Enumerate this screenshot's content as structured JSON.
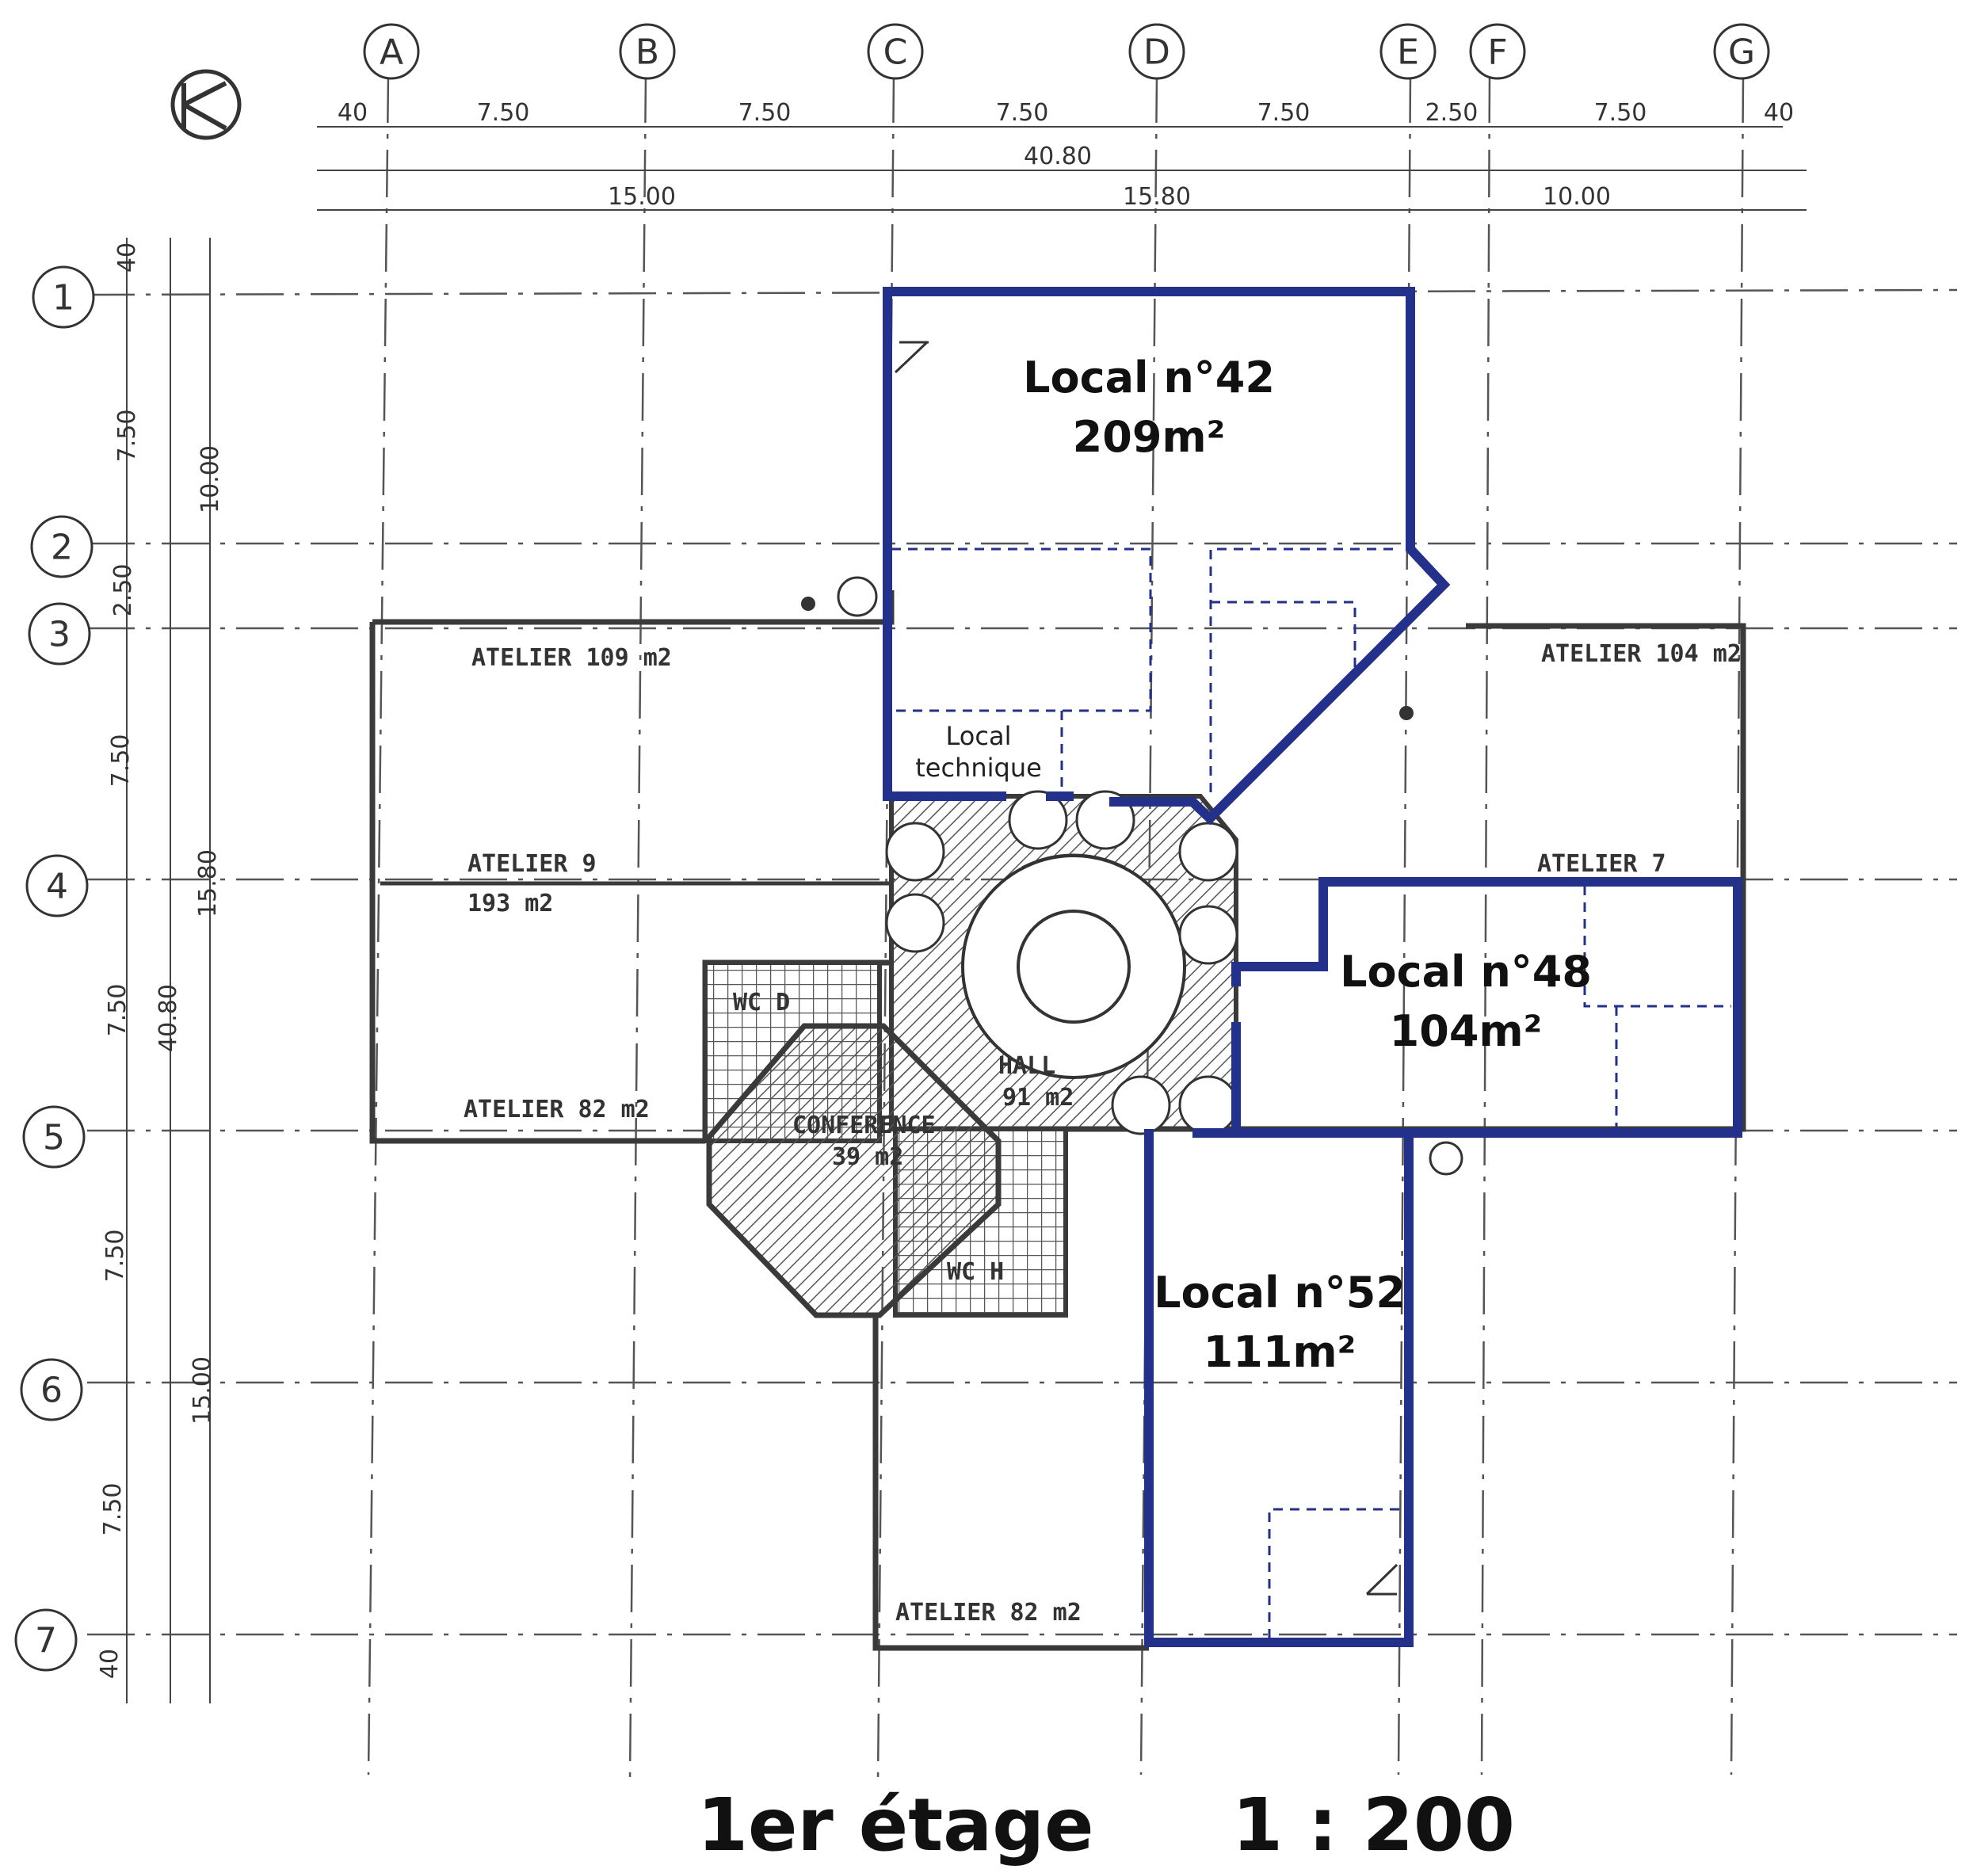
{
  "axes": {
    "columns": [
      "A",
      "B",
      "C",
      "D",
      "E",
      "F",
      "G"
    ],
    "rows": [
      "1",
      "2",
      "3",
      "4",
      "5",
      "6",
      "7"
    ]
  },
  "dimensions": {
    "top_row1": [
      "40",
      "7.50",
      "7.50",
      "7.50",
      "7.50",
      "2.50",
      "7.50",
      "40"
    ],
    "top_total": "40.80",
    "top_row3": [
      "15.00",
      "15.80",
      "10.00"
    ],
    "left_col1": [
      "40",
      "7.50",
      "2.50",
      "7.50",
      "7.50",
      "7.50",
      "7.50",
      "40"
    ],
    "left_col2": [
      "10.00",
      "15.80",
      "15.00"
    ],
    "left_total": "40.80"
  },
  "rooms": {
    "atelier_109": "ATELIER 109 m2",
    "atelier_9": "ATELIER 9",
    "atelier_9_area": "193 m2",
    "atelier_82_left": "ATELIER 82 m2",
    "atelier_104": "ATELIER 104 m2",
    "atelier_7": "ATELIER 7",
    "wc_d": "WC D",
    "wc_h": "WC H",
    "conference": "CONFERENCE",
    "conference_area": "39 m2",
    "hall": "HALL",
    "hall_area": "91 m2",
    "atelier_82_bottom": "ATELIER 82 m2"
  },
  "locals": [
    {
      "name": "Local n°42",
      "area": "209m²"
    },
    {
      "name": "Local n°48",
      "area": "104m²"
    },
    {
      "name": "Local n°52",
      "area": "111m²"
    }
  ],
  "local_technique": [
    "Local",
    "technique"
  ],
  "footer": {
    "floor": "1er étage",
    "scale": "1 : 200"
  },
  "colors": {
    "local_outline": "#23318a",
    "plan_ink": "#333333"
  }
}
